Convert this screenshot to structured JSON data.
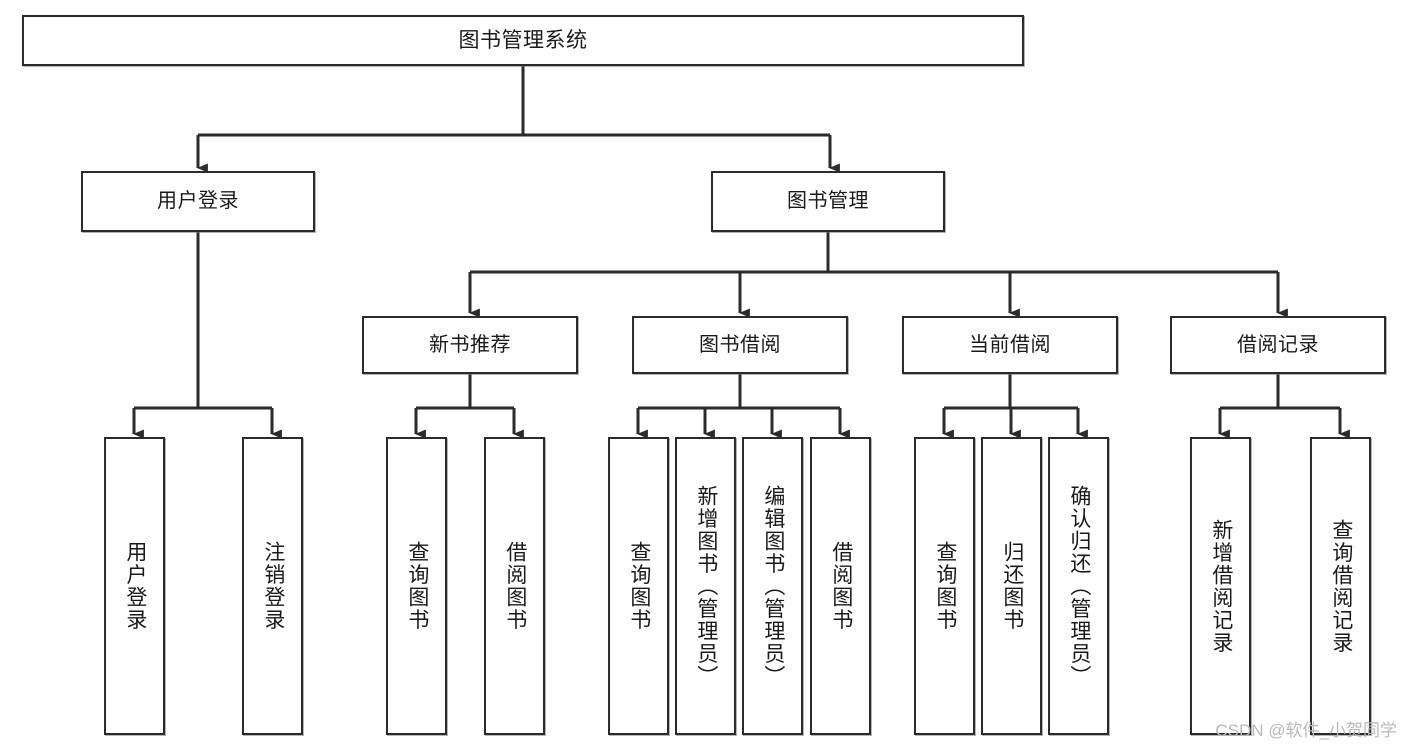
{
  "diagram": {
    "title": "图书管理系统",
    "type": "tree-hierarchy-chart",
    "watermark": "CSDN @软件_小贺同学",
    "colors": {
      "stroke": "#2b2b2b",
      "fill": "#ffffff",
      "text": "#1a1a1a",
      "watermark": "#b9b9b9"
    }
  },
  "nodes": {
    "root": {
      "label": "图书管理系统"
    },
    "level2": [
      {
        "label": "用户登录"
      },
      {
        "label": "图书管理"
      }
    ],
    "level3": [
      {
        "label": "新书推荐"
      },
      {
        "label": "图书借阅"
      },
      {
        "label": "当前借阅"
      },
      {
        "label": "借阅记录"
      }
    ],
    "leaves": {
      "user_login": [
        {
          "label": "用户登录"
        },
        {
          "label": "注销登录"
        }
      ],
      "new_book": [
        {
          "label": "查询图书"
        },
        {
          "label": "借阅图书"
        }
      ],
      "book_borrow": [
        {
          "label": "查询图书"
        },
        {
          "label": "新增图书（管理员）"
        },
        {
          "label": "编辑图书（管理员）"
        },
        {
          "label": "借阅图书"
        }
      ],
      "current_borrow": [
        {
          "label": "查询图书"
        },
        {
          "label": "归还图书"
        },
        {
          "label": "确认归还（管理员）"
        }
      ],
      "borrow_record": [
        {
          "label": "新增借阅记录"
        },
        {
          "label": "查询借阅记录"
        }
      ]
    }
  }
}
